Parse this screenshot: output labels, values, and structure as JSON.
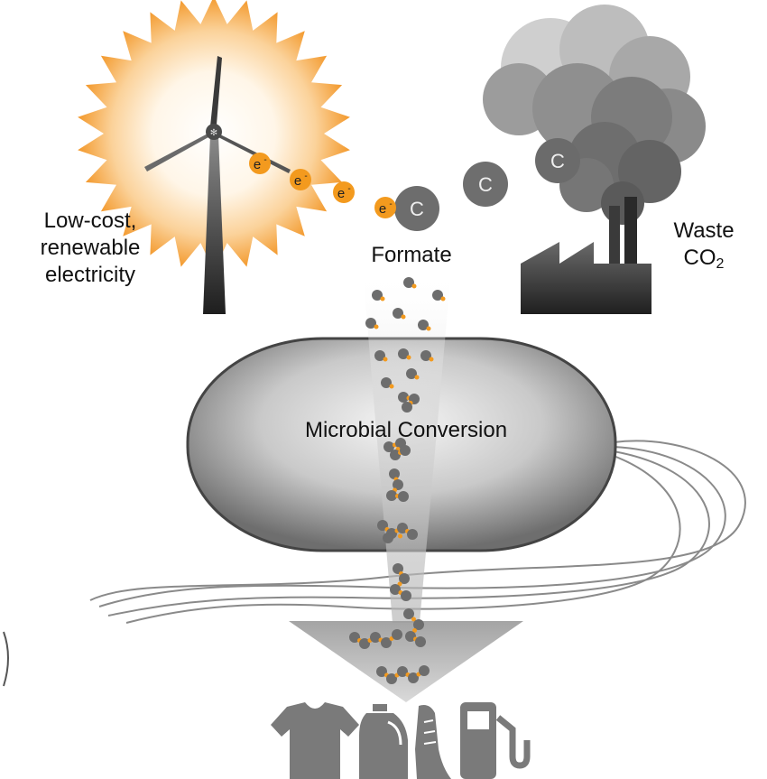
{
  "labels": {
    "electricity": [
      "Low-cost,",
      "renewable",
      "electricity"
    ],
    "formate": "Formate",
    "waste_word": "Waste",
    "co2_main": "CO",
    "co2_sub": "2",
    "process": "Microbial Conversion"
  },
  "particles": {
    "electron": "e",
    "electron_charge": "-",
    "carbon": "C"
  },
  "colors": {
    "electron_orange": "#f39a1e",
    "carbon_gray": "#6d6d6d",
    "smoke_dark": "#5a5a5a",
    "smoke_light": "#bdbdbd",
    "factory": "#303030",
    "product_gray": "#7a7a7a",
    "sun_glow": "#f7a53a"
  },
  "icons": [
    "wind-turbine-icon",
    "sun-icon",
    "factory-icon",
    "smoke-cloud-icon",
    "tshirt-icon",
    "jug-icon",
    "shoe-icon",
    "fuel-pump-icon"
  ]
}
